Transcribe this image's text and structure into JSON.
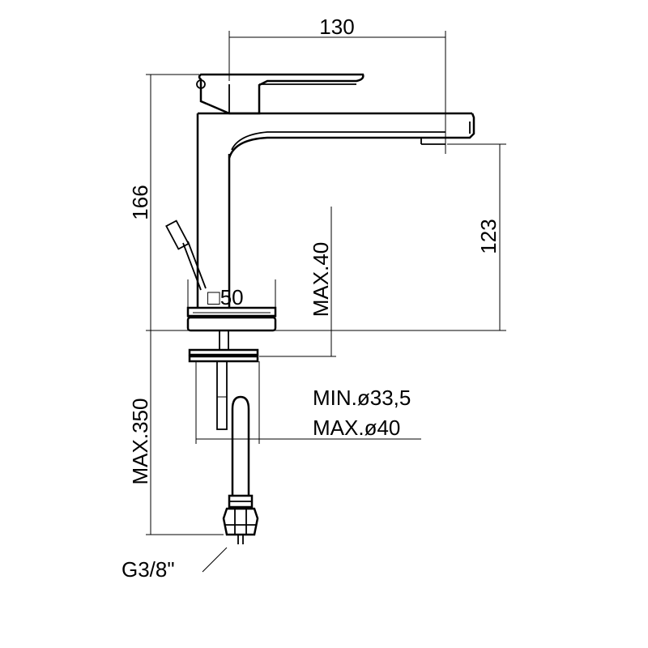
{
  "dimensions": {
    "spout_length": "130",
    "total_height": "166",
    "spout_height": "123",
    "base_size": "□50",
    "max_deck_thickness": "MAX.40",
    "max_hose_length": "MAX.350",
    "min_hole_diameter": "MIN.ø33,5",
    "max_hole_diameter": "MAX.ø40",
    "connection_thread": "G3/8\""
  }
}
